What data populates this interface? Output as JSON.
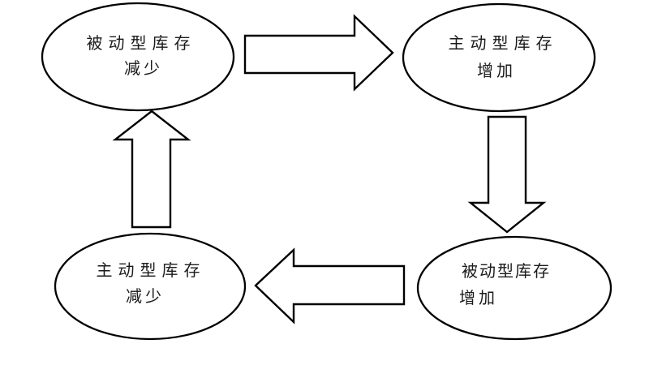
{
  "diagram": {
    "background_color": "#ffffff",
    "stroke_color": "#000000",
    "shape_fill_color": "#ffffff",
    "nodes": [
      {
        "position": "top-left",
        "line1": "被动型库存",
        "line2": "减少"
      },
      {
        "position": "top-right",
        "line1": "主动型库存",
        "line2": "增加"
      },
      {
        "position": "bottom-right",
        "line1": "被动型库存",
        "line2": "增加"
      },
      {
        "position": "bottom-left",
        "line1": "主动型库存",
        "line2": "减少"
      }
    ],
    "arrows": [
      {
        "direction": "right",
        "from": "top-left",
        "to": "top-right"
      },
      {
        "direction": "down",
        "from": "top-right",
        "to": "bottom-right"
      },
      {
        "direction": "left",
        "from": "bottom-right",
        "to": "bottom-left"
      },
      {
        "direction": "up",
        "from": "bottom-left",
        "to": "top-left"
      }
    ]
  }
}
